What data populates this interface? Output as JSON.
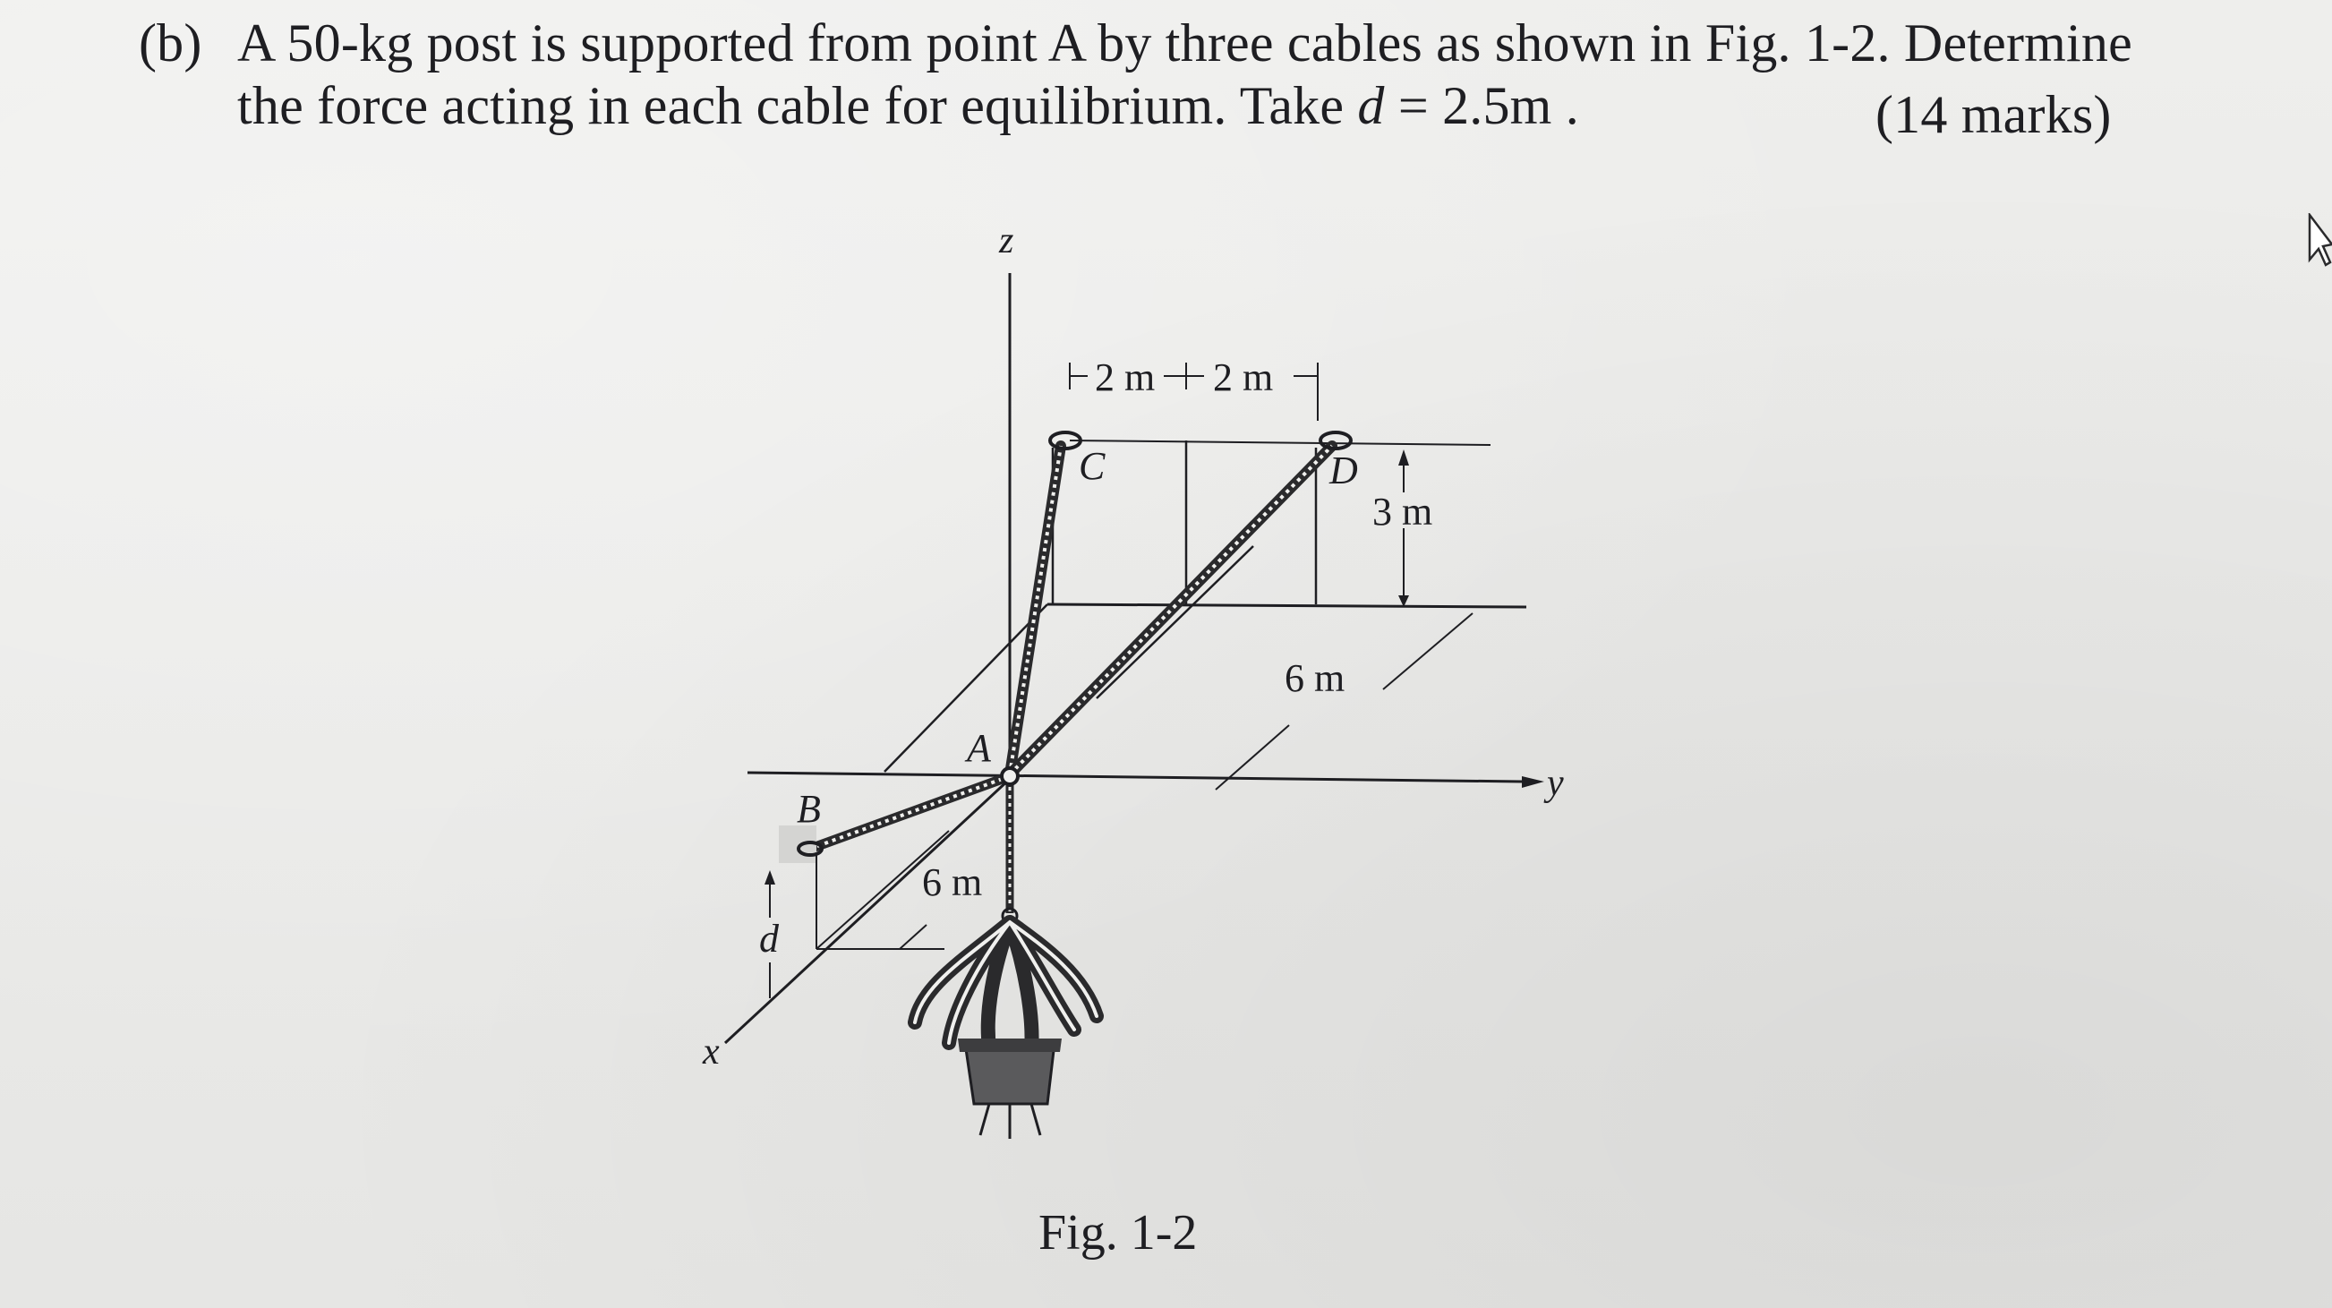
{
  "question": {
    "label": "(b)",
    "line1": "A 50-kg post is supported from point A by three cables as shown in Fig. 1-2. Determine",
    "line2_prefix": "the force acting in each cable for equilibrium. Take ",
    "line2_var": "d",
    "line2_suffix": " = 2.5m .",
    "marks": "(14 marks)"
  },
  "figure": {
    "caption": "Fig. 1-2",
    "axis_labels": {
      "z": "z",
      "y": "y",
      "x": "x"
    },
    "point_labels": {
      "a": "A",
      "b": "B",
      "c": "C",
      "d": "D"
    },
    "dimensions": {
      "left_2m": "2 m",
      "right_2m": "2 m",
      "height_3m": "3 m",
      "depth_6m": "6 m",
      "front_6m": "6 m",
      "d_label": "d"
    }
  },
  "colors": {
    "ink": "#1e1e22",
    "paper": "#e9e9e7",
    "pot": "#5a5a5c"
  }
}
